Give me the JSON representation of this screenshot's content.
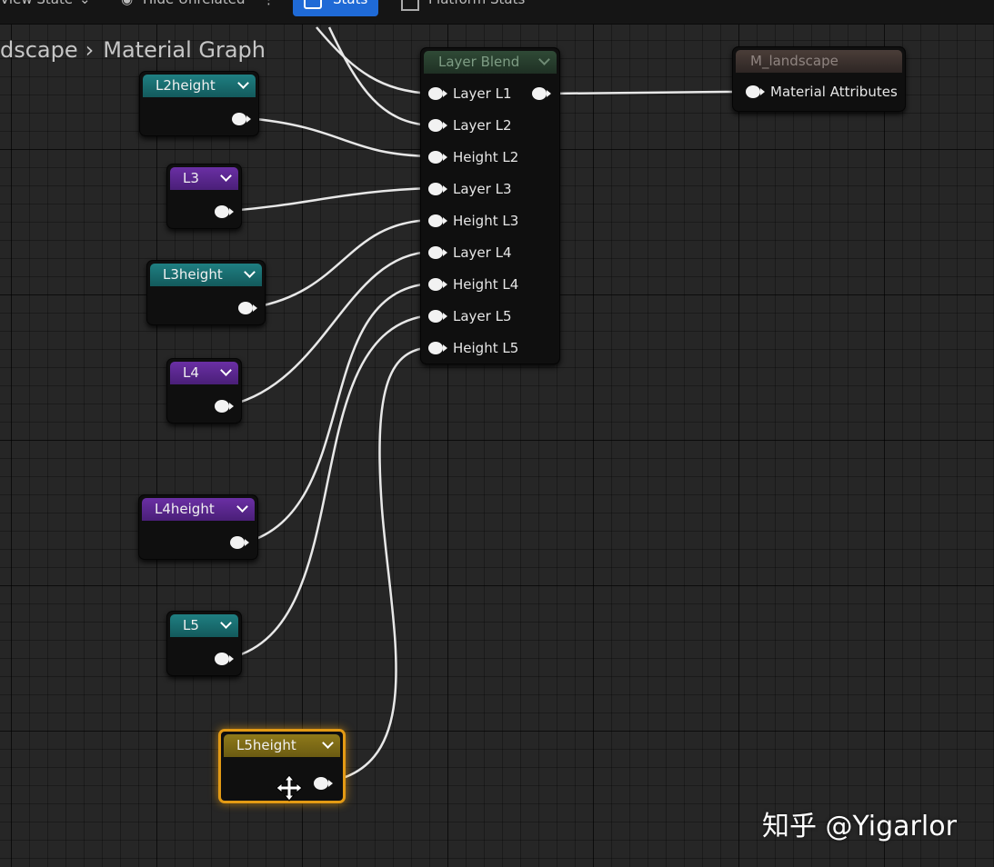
{
  "toolbar": {
    "view_state": "View State",
    "hide_unrelated": "Hide Unrelated",
    "stats": "Stats",
    "platform_stats": "Platform Stats"
  },
  "breadcrumb": {
    "parent": "dscape",
    "current": "Material Graph"
  },
  "nodes": {
    "l2height": {
      "title": "L2height"
    },
    "l3": {
      "title": "L3"
    },
    "l3height": {
      "title": "L3height"
    },
    "l4": {
      "title": "L4"
    },
    "l4height": {
      "title": "L4height"
    },
    "l5": {
      "title": "L5"
    },
    "l5height": {
      "title": "L5height"
    },
    "layer_blend": {
      "title": "Layer Blend",
      "pins": [
        "Layer L1",
        "Layer L2",
        "Height L2",
        "Layer L3",
        "Height L3",
        "Layer L4",
        "Height L4",
        "Layer L5",
        "Height L5"
      ]
    },
    "m_landscape": {
      "title": "M_landscape",
      "pin": "Material Attributes"
    }
  },
  "watermark": "知乎 @Yigarlor",
  "colors": {
    "teal": "#1f7f82",
    "purple": "#6a2fa4",
    "gold": "#8f7a1a",
    "selection": "#e39a14",
    "stats_button": "#1f6ad6"
  }
}
